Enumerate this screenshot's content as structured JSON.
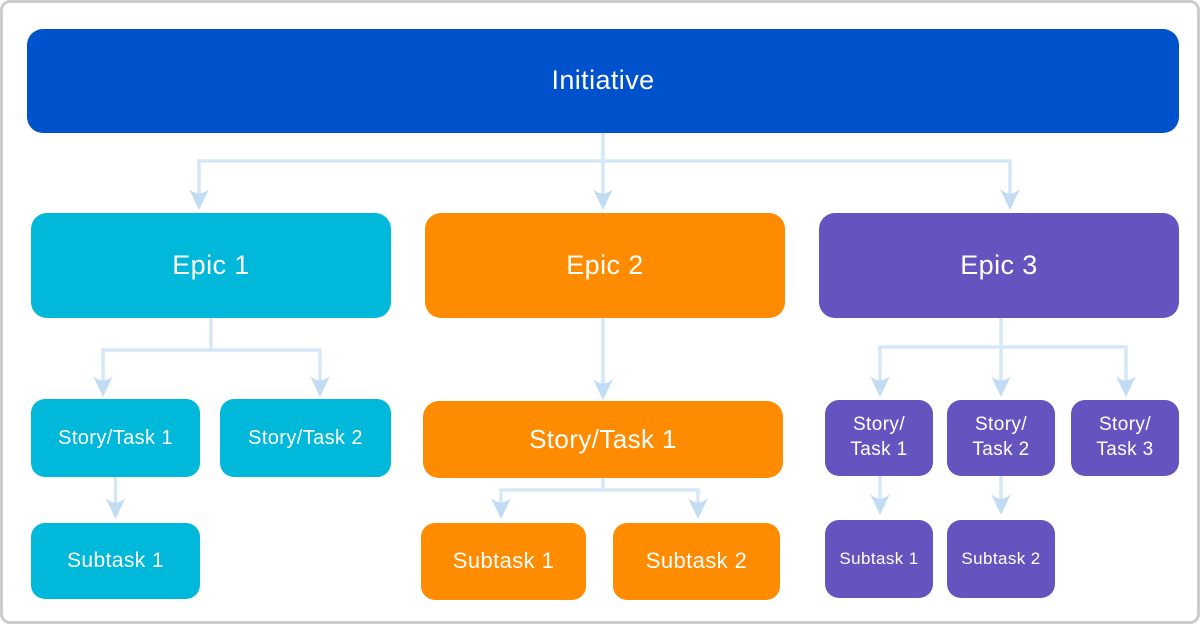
{
  "colors": {
    "initiative": "#0052CC",
    "epic_1": "#00B8D9",
    "epic_2": "#FF8B00",
    "epic_3": "#6554C0",
    "connector_line": "#D6E8F8",
    "connector_head": "#C2DCF4",
    "label_text": "#FFFFFF",
    "frame_border": "#CCCCCC",
    "background": "#FFFFFF"
  },
  "tree": {
    "initiative": {
      "label": "Initiative"
    },
    "epic_1": {
      "label": "Epic 1",
      "stories": [
        {
          "label": "Story/Task 1"
        },
        {
          "label": "Story/Task 2"
        }
      ],
      "subtasks": [
        {
          "label": "Subtask 1"
        }
      ]
    },
    "epic_2": {
      "label": "Epic 2",
      "stories": [
        {
          "label": "Story/Task 1"
        }
      ],
      "subtasks": [
        {
          "label": "Subtask 1"
        },
        {
          "label": "Subtask 2"
        }
      ]
    },
    "epic_3": {
      "label": "Epic 3",
      "stories": [
        {
          "line1": "Story/",
          "line2": "Task 1"
        },
        {
          "line1": "Story/",
          "line2": "Task 2"
        },
        {
          "line1": "Story/",
          "line2": "Task 3"
        }
      ],
      "subtasks": [
        {
          "label": "Subtask 1"
        },
        {
          "label": "Subtask 2"
        }
      ]
    }
  }
}
